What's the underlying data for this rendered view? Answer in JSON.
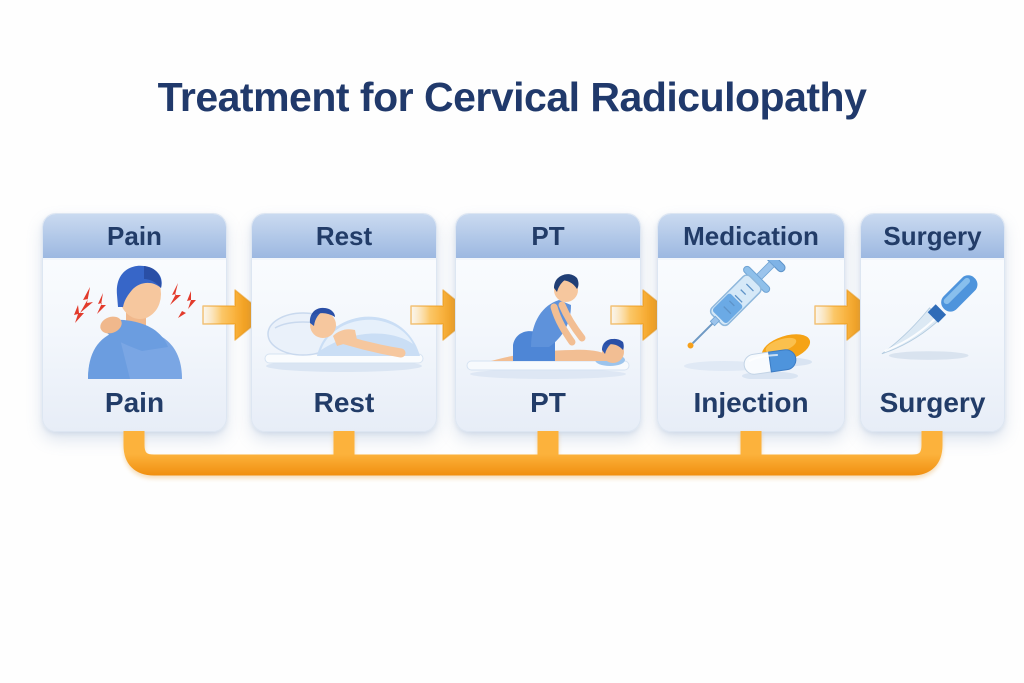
{
  "title": {
    "text": "Treatment for Cervical Radiculopathy",
    "color": "#20396b"
  },
  "flow": {
    "steps": [
      {
        "id": "pain",
        "header": "Pain",
        "label": "Pain",
        "icon": "neck-pain-illustration"
      },
      {
        "id": "rest",
        "header": "Rest",
        "label": "Rest",
        "icon": "bed-rest-illustration"
      },
      {
        "id": "pt",
        "header": "PT",
        "label": "PT",
        "icon": "physical-therapy-illustration"
      },
      {
        "id": "medication",
        "header": "Medication",
        "label": "Injection",
        "icon": "syringe-and-pills-illustration"
      },
      {
        "id": "surgery",
        "header": "Surgery",
        "label": "Surgery",
        "icon": "scalpel-illustration"
      }
    ],
    "arrow_icon": "flow-arrow-icon",
    "connector_icon": "bottom-bracket-connector"
  },
  "colors": {
    "accent_orange": "#f59b13",
    "arrow_gradient_start": "#fff3df",
    "arrow_gradient_end": "#f59300",
    "bracket_top": "#fcb23c",
    "bracket_bottom": "#f08e0e",
    "header_blue_top": "#cadaf0",
    "header_blue_bottom": "#9cb8e1",
    "text_navy": "#223c68",
    "pain_red": "#e23b2c",
    "card_background": "#f3f7fc"
  }
}
